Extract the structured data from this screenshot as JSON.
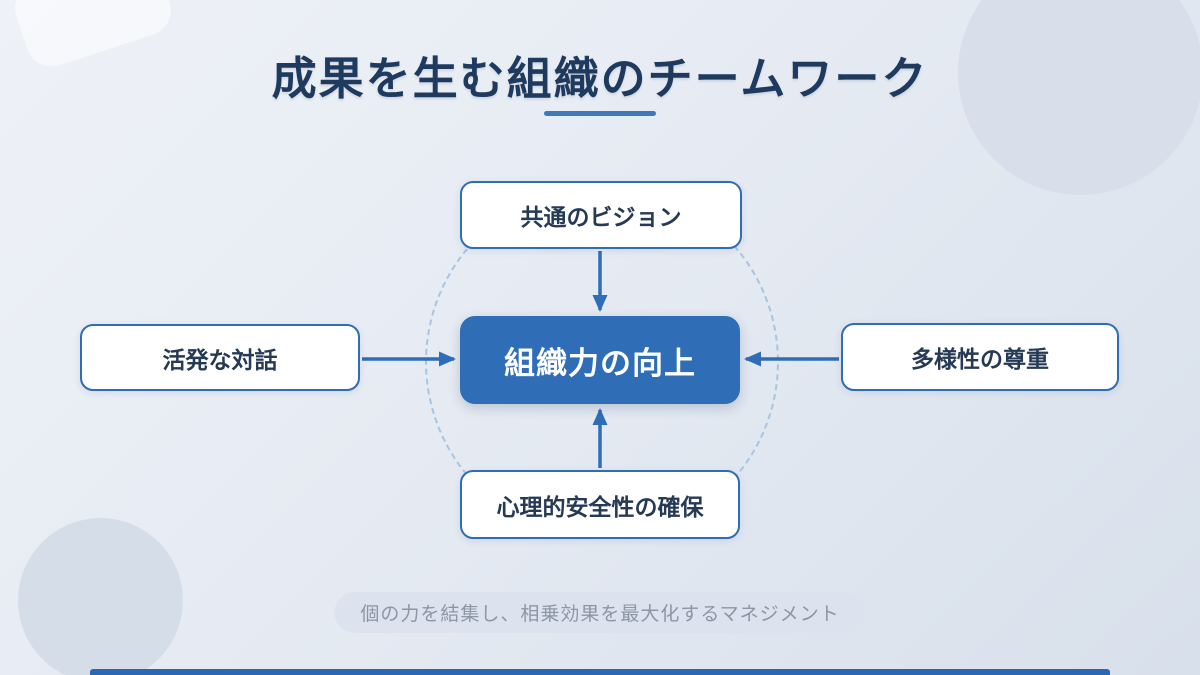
{
  "slide": {
    "title": "成果を生む組織のチームワーク",
    "footer": "個の力を結集し、相乗効果を最大化するマネジメント"
  },
  "diagram": {
    "center": {
      "label": "組織力の向上"
    },
    "nodes": [
      {
        "id": "top",
        "label": "共通のビジョン"
      },
      {
        "id": "left",
        "label": "活発な対話"
      },
      {
        "id": "right",
        "label": "多様性の尊重"
      },
      {
        "id": "bottom",
        "label": "心理的安全性の確保"
      }
    ],
    "arrows": [
      {
        "from": "top",
        "to": "center"
      },
      {
        "from": "left",
        "to": "center"
      },
      {
        "from": "right",
        "to": "center"
      },
      {
        "from": "bottom",
        "to": "center"
      }
    ]
  },
  "colors": {
    "accent_blue": "#2f6db6",
    "title_navy": "#1e3a5e",
    "underline_blue": "#3e7ab8",
    "dashed_ring": "#a9c4e0",
    "footer_gray": "#8d96a6",
    "background_light": "#e8edf4"
  }
}
